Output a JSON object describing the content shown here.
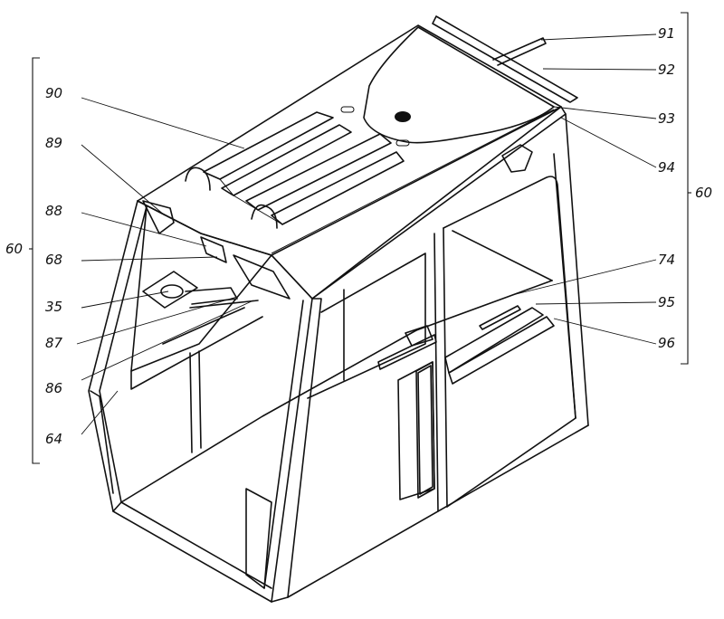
{
  "diagram": {
    "labels": {
      "l91": "91",
      "l92": "92",
      "l93": "93",
      "l94": "94",
      "l60r": "60",
      "l90": "90",
      "l89": "89",
      "l88": "88",
      "l68": "68",
      "l60l": "60",
      "l35": "35",
      "l87": "87",
      "l86": "86",
      "l64": "64",
      "l74": "74",
      "l95": "95",
      "l96": "96"
    }
  }
}
